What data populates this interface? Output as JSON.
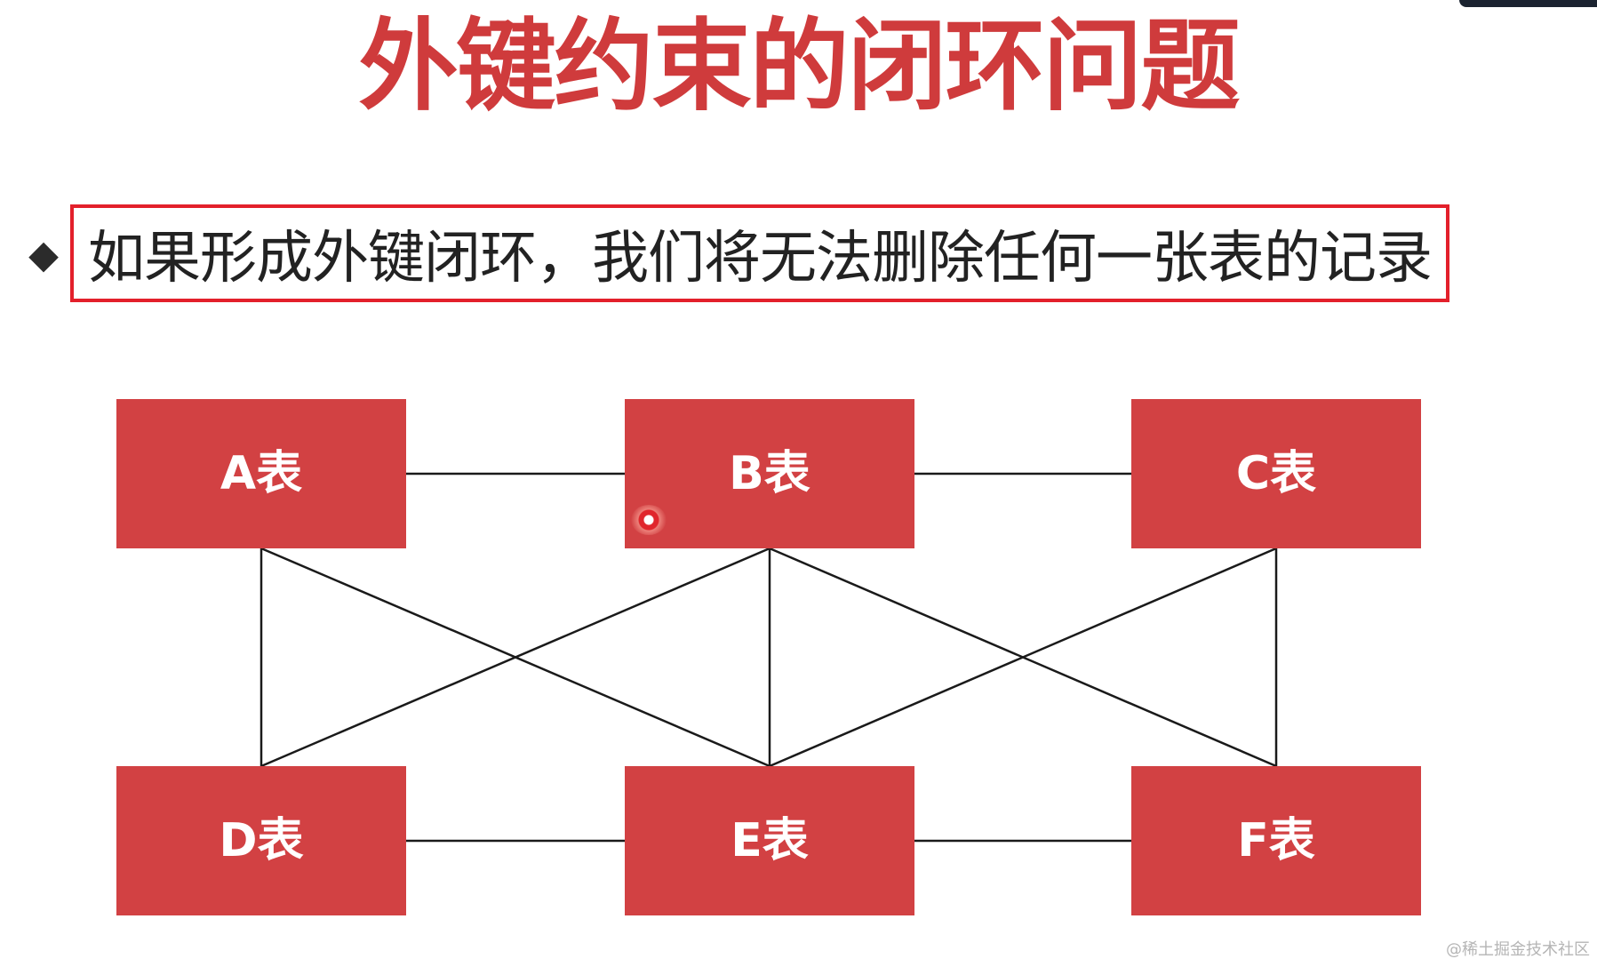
{
  "slide": {
    "title": "外键约束的闭环问题",
    "bullet_symbol": "◆",
    "highlight_text": "如果形成外键闭环，我们将无法删除任何一张表的记录"
  },
  "diagram": {
    "nodes": [
      {
        "id": "A",
        "label": "A表"
      },
      {
        "id": "B",
        "label": "B表"
      },
      {
        "id": "C",
        "label": "C表"
      },
      {
        "id": "D",
        "label": "D表"
      },
      {
        "id": "E",
        "label": "E表"
      },
      {
        "id": "F",
        "label": "F表"
      }
    ],
    "edges": [
      [
        "A",
        "B"
      ],
      [
        "B",
        "C"
      ],
      [
        "D",
        "E"
      ],
      [
        "E",
        "F"
      ],
      [
        "A",
        "D"
      ],
      [
        "B",
        "E"
      ],
      [
        "C",
        "F"
      ],
      [
        "A",
        "E"
      ],
      [
        "B",
        "D"
      ],
      [
        "B",
        "F"
      ],
      [
        "C",
        "E"
      ]
    ],
    "colors": {
      "node_fill": "#d24143",
      "node_text": "#ffffff",
      "edge": "#1a1a1a",
      "title": "#cf3b3c",
      "highlight_border": "#e3202b"
    }
  },
  "watermark": "@稀土掘金技术社区"
}
